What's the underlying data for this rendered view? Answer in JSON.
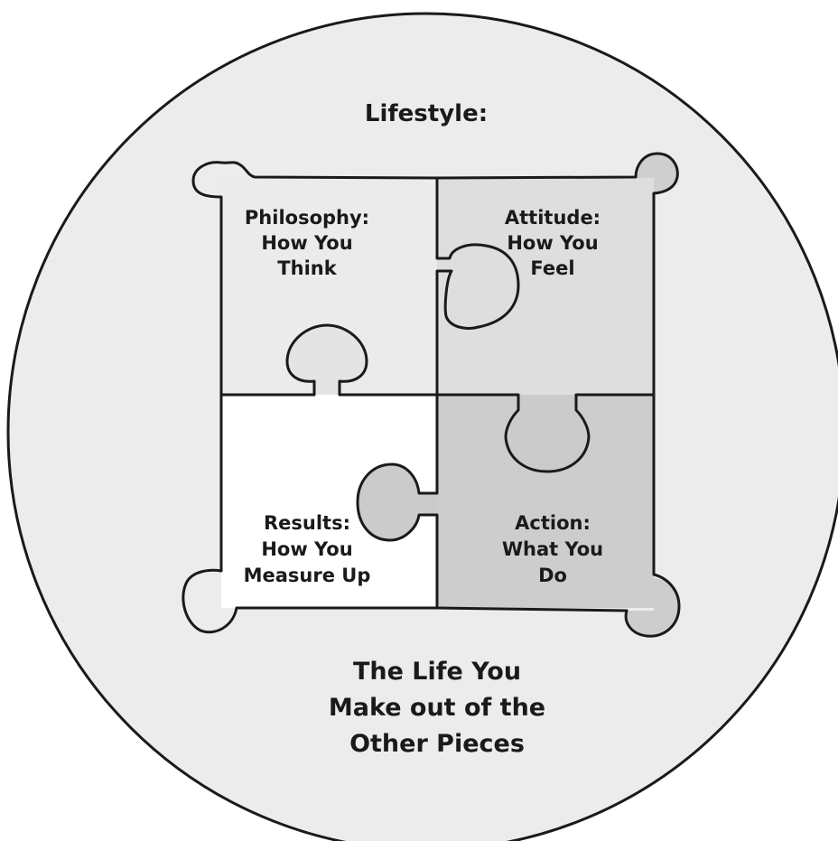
{
  "title": "Lifestyle:",
  "pieces": {
    "philosophy": {
      "lines": [
        "Philosophy:",
        "How You",
        "Think"
      ],
      "fill": "#ebebeb"
    },
    "attitude": {
      "lines": [
        "Attitude:",
        "How You",
        "Feel"
      ],
      "fill": "#dedede"
    },
    "results": {
      "lines": [
        "Results:",
        "How You",
        "Measure Up"
      ],
      "fill": "#ffffff"
    },
    "action": {
      "lines": [
        "Action:",
        "What You",
        "Do"
      ],
      "fill": "#cdcdcd"
    }
  },
  "footer": {
    "lines": [
      "The Life You",
      "Make out of the",
      "Other Pieces"
    ]
  },
  "colors": {
    "background_circle": "#ececec",
    "outline": "#1a1a1a",
    "connector_fill": "#cbcbcb"
  }
}
